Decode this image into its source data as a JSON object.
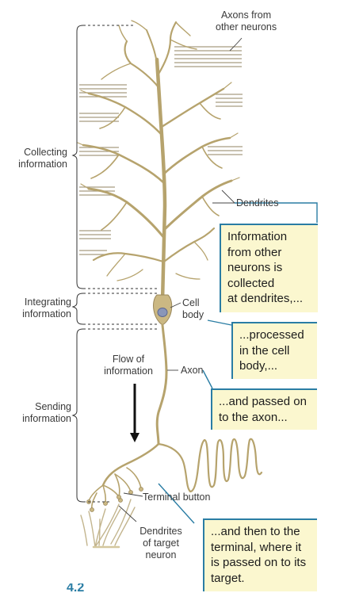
{
  "diagram": {
    "labels": {
      "axons_from_other_neurons": "Axons from\nother neurons",
      "collecting_information": "Collecting\ninformation",
      "integrating_information": "Integrating\ninformation",
      "sending_information": "Sending\ninformation",
      "flow_of_information": "Flow of\ninformation",
      "dendrites": "Dendrites",
      "cell_body": "Cell\nbody",
      "axon": "Axon",
      "terminal_button": "Terminal button",
      "dendrites_of_target_neuron": "Dendrites\nof target\nneuron"
    },
    "callouts": [
      "Information\nfrom other\nneurons is\ncollected\nat dendrites,...",
      "...processed\nin the cell\nbody,...",
      "...and passed on\nto the axon...",
      "...and then to the\nterminal, where it\nis passed on to its\ntarget."
    ],
    "figure_number": "4.2",
    "colors": {
      "neuron": "#c9b88a",
      "neuron_edge": "#9a875a",
      "callout_bg": "#fbf7cf",
      "callout_border": "#2a7da4",
      "nucleus": "#8a96b8"
    }
  }
}
